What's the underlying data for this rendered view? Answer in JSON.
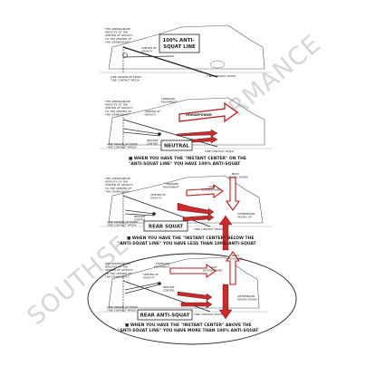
{
  "watermark": {
    "left": "SOUTHSE",
    "right": "RMANCE"
  },
  "common_labels": {
    "instant_center_heights": [
      "THE APPROXIMATE",
      "HEIGHTS OF THE",
      "CENTER OF GRAVITY",
      "TO THE CENTER OF",
      "THE CRANKSHAFT"
    ],
    "line_from_tire": [
      "LINE DRAWN UP FROM",
      "TIRE CONTACT PATCH"
    ],
    "tire_contact_patch": "TIRE CONTACT PATCH",
    "center_of_gravity": [
      "CENTER OF",
      "GRAVITY"
    ],
    "instant_center": [
      "INSTANT",
      "CENTER"
    ],
    "forward_movement": [
      "FORWARD",
      "MOVEMENT"
    ],
    "horsepower": "HORSEPOWER",
    "lost_horsepower": [
      "LOST",
      "HORSEPOWER"
    ]
  },
  "panels": [
    {
      "tag": [
        "100% ANTI-",
        "SQUAT LINE"
      ]
    },
    {
      "tag": [
        "NEUTRAL"
      ],
      "caption": [
        "■ WHEN YOU HAVE THE \"INSTANT CENTER\" ON THE",
        "\"ANTI-SQUAT LINE\" YOU HAVE 100% ANTI-SQUAT"
      ]
    },
    {
      "tag": [
        "REAR SQUAT"
      ],
      "body_note": [
        "BODY",
        "MOVES DOWN"
      ],
      "susp_note": [
        "SUSPENSION",
        "MOVES UP"
      ],
      "caption": [
        "■ WHEN YOU HAVE THE \"INSTANT CENTER\" BELOW THE",
        "\"ANTI-SQUAT LINE\" YOU HAVE LESS THAN 100% ANTI-SQUAT"
      ]
    },
    {
      "tag": [
        "REAR ANTI-SQUAT"
      ],
      "body_note": [
        "BODY",
        "MOVES UP"
      ],
      "susp_note": [
        "SUSPENSION",
        "MOVES DOWN"
      ],
      "caption": [
        "■ WHEN YOU HAVE THE \"INSTANT CENTER\" ABOVE THE",
        "\"ANTI-SQUAT LINE\" YOU HAVE MORE THAN 100% ANTI-SQUAT"
      ]
    }
  ]
}
